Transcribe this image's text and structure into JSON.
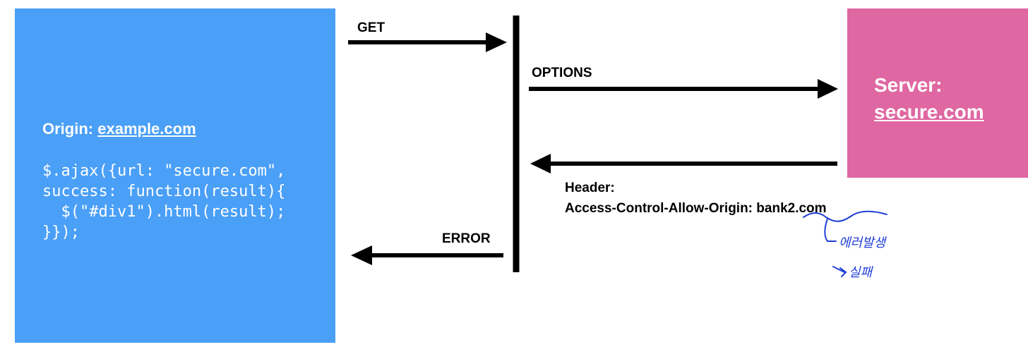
{
  "origin": {
    "label": "Origin:",
    "domain": "example.com",
    "code": "$.ajax({url: \"secure.com\",\nsuccess: function(result){\n  $(\"#div1\").html(result);\n}});",
    "color": "#4a9ff7"
  },
  "server": {
    "label": "Server:",
    "domain": "secure.com",
    "color": "#df67a2"
  },
  "arrows": {
    "get": "GET",
    "options": "OPTIONS",
    "error": "ERROR"
  },
  "response": {
    "header_label": "Header:",
    "acao_label": "Access-Control-Allow-Origin:",
    "acao_value": "bank2.com"
  },
  "annotations": {
    "note1": "에러발생",
    "note2": "실패",
    "ink_color": "#1f3fd6"
  }
}
